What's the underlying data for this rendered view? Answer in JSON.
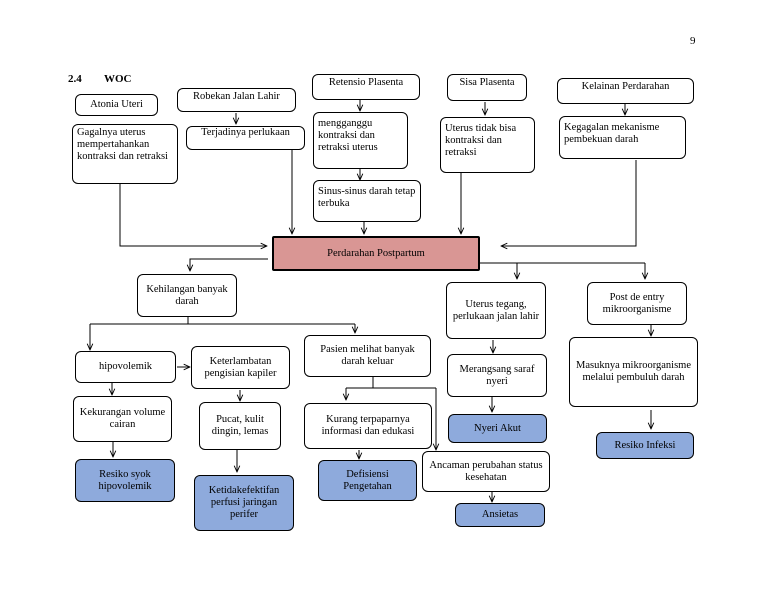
{
  "page_number": "9",
  "section": {
    "number": "2.4",
    "title": "WOC"
  },
  "nodes": {
    "atonia": "Atonia Uteri",
    "robekan": "Robekan Jalan Lahir",
    "retensio": "Retensio Plasenta",
    "sisa": "Sisa Plasenta",
    "kelainan": "Kelainan Perdarahan",
    "gagal_uterus": "Gagalnya uterus mempertahankan kontraksi dan retraksi",
    "perlukaan": "Terjadinya perlukaan",
    "mengganggu": "mengganggu kontraksi dan retraksi uterus",
    "sinus": "Sinus-sinus darah tetap terbuka",
    "uterus_tidak": "Uterus tidak bisa kontraksi dan retraksi",
    "kegagalan": "Kegagalan mekanisme pembekuan darah",
    "perdarahan": "Perdarahan Postpartum",
    "kehilangan": "Kehilangan banyak darah",
    "uterus_tegang": "Uterus tegang, perlukaan jalan lahir",
    "post_entry": "Post de entry mikroorganisme",
    "hipovolemik": "hipovolemik",
    "keterlambatan": "Keterlambatan pengisian kapiler",
    "pasien": "Pasien melihat banyak darah keluar",
    "merangsang": "Merangsang saraf nyeri",
    "masuknya": "Masuknya mikroorganisme melalui pembuluh darah",
    "kekurangan": "Kekurangan volume cairan",
    "pucat": "Pucat, kulit dingin, lemas",
    "kurang": "Kurang terpaparnya informasi dan edukasi",
    "nyeri": "Nyeri Akut",
    "resiko_infeksi": "Resiko Infeksi",
    "ancaman": "Ancaman perubahan status kesehatan",
    "resiko_syok": "Resiko syok hipovolemik",
    "ketidakefektifan": "Ketidakefektifan perfusi jaringan perifer",
    "defisiensi": "Defisiensi Pengetahan",
    "ansietas": "Ansietas"
  },
  "colors": {
    "central_fill": "#d99694",
    "diagnosis_fill": "#8eaadc",
    "line": "#000000"
  }
}
